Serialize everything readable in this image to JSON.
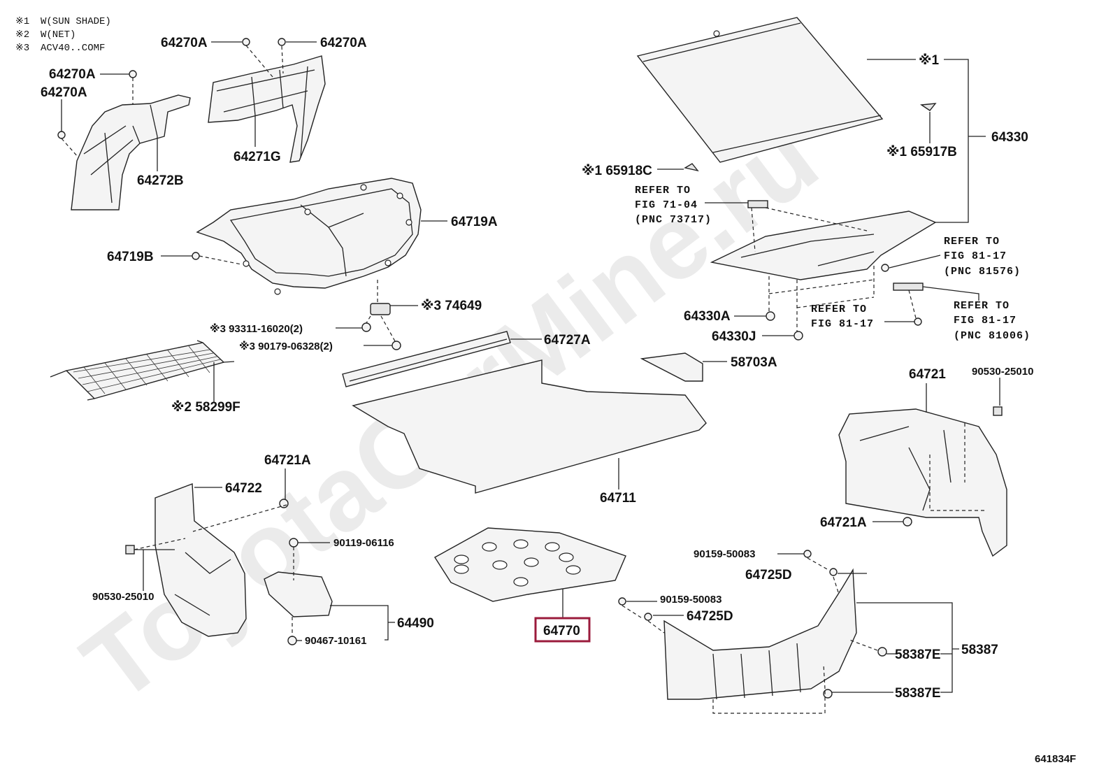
{
  "legend": [
    {
      "mark": "※1",
      "text": "W(SUN SHADE)"
    },
    {
      "mark": "※2",
      "text": "W(NET)"
    },
    {
      "mark": "※3",
      "text": "ACV40..COMF"
    }
  ],
  "watermark": "ToyotaCarMine.ru",
  "figure_code": "641834F",
  "highlighted_part": "64770",
  "parts": {
    "p64270A_1": "64270A",
    "p64270A_2": "64270A",
    "p64270A_3": "64270A",
    "p64270A_4": "64270A",
    "p64272B": "64272B",
    "p64271G": "64271G",
    "p64719A": "64719A",
    "p64719B": "64719B",
    "p74649": "※3 74649",
    "p93311": "※3 93311-16020(2)",
    "p90179": "※3 90179-06328(2)",
    "p58299F": "※2 58299F",
    "p64727A": "64727A",
    "p64711": "64711",
    "p58703A": "58703A",
    "p64330": "64330",
    "p65917B": "※1 65917B",
    "p65918C": "※1 65918C",
    "p_sunshade": "※1",
    "p64330A": "64330A",
    "p64330J": "64330J",
    "p64721": "64721",
    "p90530_r": "90530-25010",
    "p64721A_r": "64721A",
    "p64721A_l": "64721A",
    "p64722": "64722",
    "p90119": "90119-06116",
    "p90530_l": "90530-25010",
    "p64490": "64490",
    "p90467": "90467-10161",
    "p64770": "64770",
    "p90159_1": "90159-50083",
    "p90159_2": "90159-50083",
    "p64725D_1": "64725D",
    "p64725D_2": "64725D",
    "p58387E_1": "58387E",
    "p58387E_2": "58387E",
    "p58387": "58387"
  },
  "refers": {
    "r1": [
      "REFER TO",
      "FIG 71-04",
      "(PNC 73717)"
    ],
    "r2": [
      "REFER TO",
      "FIG 81-17",
      "(PNC 81576)"
    ],
    "r3": [
      "REFER TO",
      "FIG 81-17"
    ],
    "r4": [
      "REFER TO",
      "FIG 81-17",
      "(PNC 81006)"
    ]
  }
}
